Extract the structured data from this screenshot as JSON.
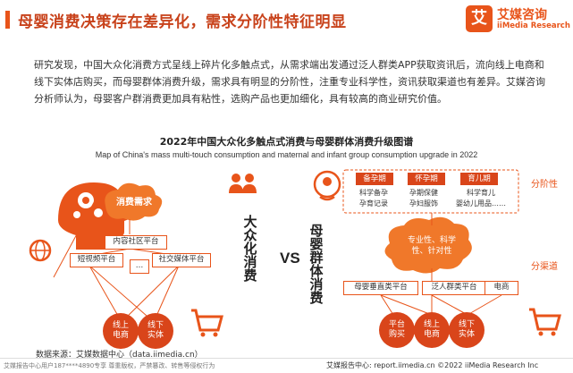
{
  "header": {
    "title": "母婴消费决策存在差异化，需求分阶性特征明显",
    "logo_mark": "艾",
    "logo_cn": "艾媒咨询",
    "logo_en": "iiMedia Research"
  },
  "body_text": "研究发现，中国大众化消费方式呈线上碎片化多触点式，从需求端出发通过泛人群类APP获取资讯后，流向线上电商和线下实体店购买，而母婴群体消费升级，需求具有明显的分阶性，注重专业科学性，资讯获取渠道也有差异。艾媒咨询分析师认为，母婴客户群消费更加具有粘性，选购产品也更加细化，具有较高的商业研究价值。",
  "chart": {
    "title": "2022年中国大众化多触点式消费与母婴群体消费升级图谱",
    "subtitle": "Map of China's mass multi-touch consumption and maternal and infant group consumption upgrade in 2022"
  },
  "left": {
    "demand": "消费需求",
    "content_platform": "内容社区平台",
    "short_video": "短视频平台",
    "ellipsis": "…",
    "social_media": "社交媒体平台",
    "online_ecommerce": "线上\n电商",
    "offline_store": "线下\n实体",
    "group_label": "大众化消费"
  },
  "vs": "VS",
  "right": {
    "group_label": "母婴群体消费",
    "stages": [
      {
        "name": "备孕期",
        "desc": "科学备孕\n孕育记录"
      },
      {
        "name": "怀孕期",
        "desc": "孕期保健\n孕妇服饰"
      },
      {
        "name": "育儿期",
        "desc": "科学育儿\n婴幼儿用品……"
      }
    ],
    "stage_label": "分阶性",
    "cloud_text": "专业性、科学\n性、针对性",
    "channel_label": "分渠道",
    "channels": [
      "母婴垂直类平台",
      "泛人群类平台",
      "电商"
    ],
    "outlets": [
      "平台\n购买",
      "线上\n电商",
      "线下\n实体"
    ]
  },
  "footer": {
    "source": "数据来源：艾媒数据中心（data.iimedia.cn）",
    "left": "艾媒报告中心用户187****4890专享 尊重版权，严禁篡改、转售等侵权行为",
    "right": "艾媒报告中心: report.iimedia.cn  ©2022  iiMedia Research  Inc"
  },
  "colors": {
    "brand": "#e8541a",
    "dark_red": "#d9451a",
    "cloud": "#f0782a"
  }
}
